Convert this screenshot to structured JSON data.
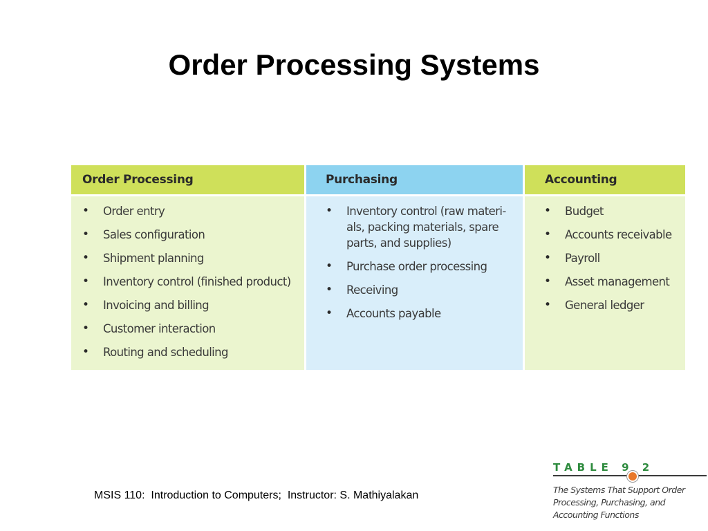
{
  "slide": {
    "title": "Order Processing Systems",
    "footer": "MSIS 110:  Introduction to Computers;  Instructor: S. Mathiyalakan"
  },
  "table": {
    "columns": [
      {
        "header": "Order Processing",
        "header_color": "#cfe05a",
        "body_color": "#ebf5cf",
        "items": [
          "Order entry",
          "Sales configuration",
          "Shipment planning",
          "Inventory control (finished product)",
          "Invoicing and billing",
          "Customer interaction",
          "Routing and scheduling"
        ]
      },
      {
        "header": "Purchasing",
        "header_color": "#8dd3f0",
        "body_color": "#d9eefa",
        "items": [
          "Inventory control (raw materi-als, packing materials, spare parts, and supplies)",
          "Purchase order processing",
          "Receiving",
          "Accounts payable"
        ]
      },
      {
        "header": "Accounting",
        "header_color": "#cfe05a",
        "body_color": "#ebf5cf",
        "items": [
          "Budget",
          "Accounts receivable",
          "Payroll",
          "Asset management",
          "General ledger"
        ]
      }
    ]
  },
  "table_label": {
    "number": "TABLE 9 2",
    "caption": "The Systems That Support Order Processing, Purchasing, and Accounting Functions"
  }
}
